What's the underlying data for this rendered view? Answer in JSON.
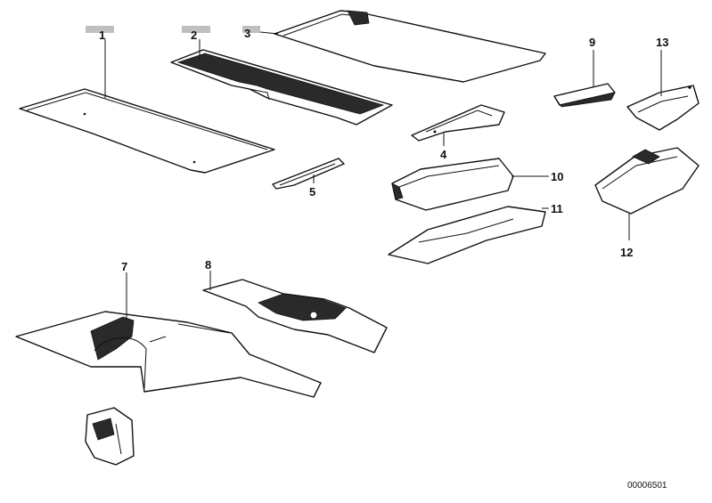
{
  "callouts": {
    "c1": "1",
    "c2": "2",
    "c3": "3",
    "c4": "4",
    "c5": "5",
    "c7": "7",
    "c8": "8",
    "c9": "9",
    "c10": "10",
    "c11": "11",
    "c12": "12",
    "c13": "13"
  },
  "reference_code": "00006501",
  "colors": {
    "line": "#111111",
    "shade": "#2a2a2a",
    "background": "#ffffff",
    "label_marker": "#bfbfbf"
  }
}
